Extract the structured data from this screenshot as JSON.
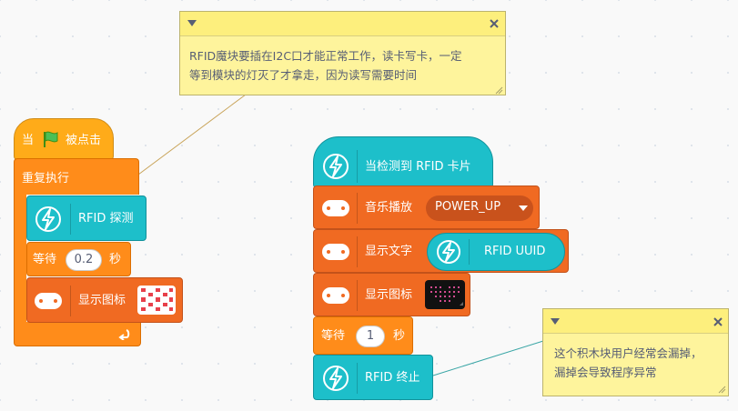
{
  "comments": [
    {
      "text_line1": "RFID魔块要插在I2C口才能正常工作，读卡写卡，一定",
      "text_line2": "等到模块的灯灭了才拿走，因为读写需要时间"
    },
    {
      "text_line1": "这个积木块用户经常会漏掉，",
      "text_line2": "漏掉会导致程序异常"
    }
  ],
  "script1": {
    "hat_when": "当",
    "hat_clicked": "被点击",
    "forever": "重复执行",
    "rfid_detect": "RFID 探测",
    "wait_label": "等待",
    "wait_value": "0.2",
    "wait_unit": "秒",
    "show_icon": "显示图标"
  },
  "script2": {
    "hat_label": "当检测到 RFID 卡片",
    "play_music": "音乐播放",
    "music_option": "POWER_UP",
    "show_text": "显示文字",
    "rfid_uuid": "RFID UUID",
    "show_icon": "显示图标",
    "wait_label": "等待",
    "wait_value": "1",
    "wait_unit": "秒",
    "rfid_stop": "RFID 终止"
  },
  "colors": {
    "events": "#ffab19",
    "control": "#ff8c1a",
    "rfid": "#1dbfca",
    "neuron": "#f06a22",
    "comment": "#fef49c"
  }
}
